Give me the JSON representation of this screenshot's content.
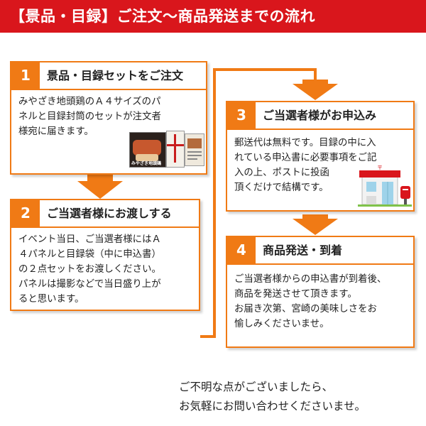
{
  "banner": {
    "title": "【景品・目録】ご注文〜商品発送までの流れ"
  },
  "steps": [
    {
      "number": "1",
      "title": "景品・目録セットをご注文",
      "lines": [
        "みやざき地頭鶏のＡ４サイズのパ",
        "ネルと目録封筒のセットが注文者",
        "様宛に届きます。"
      ],
      "image_text": "みやざき地頭鶏"
    },
    {
      "number": "2",
      "title": "ご当選者様にお渡しする",
      "lines": [
        "イベント当日、ご当選者様にはＡ",
        "４パネルと目録袋（中に申込書）",
        "の２点セットをお渡しください。",
        "パネルは撮影などで当日盛り上が",
        "ると思います。"
      ]
    },
    {
      "number": "3",
      "title": "ご当選者様がお申込み",
      "lines": [
        "郵送代は無料です。目録の中に入",
        "れている申込書に必要事項をご記",
        "入の上、ポストに投函",
        "頂くだけで結構です。"
      ]
    },
    {
      "number": "4",
      "title": "商品発送・到着",
      "lines": [
        "ご当選者様からの申込書が到着後、",
        "商品を発送させて頂きます。",
        "お届き次第、宮崎の美味しさをお",
        "愉しみくださいませ。"
      ]
    }
  ],
  "footer": {
    "lines": [
      "ご不明な点がございましたら、",
      "お気軽にお問い合わせくださいませ。"
    ]
  },
  "colors": {
    "accent": "#f07a15",
    "banner": "#d9161c",
    "text": "#222222"
  },
  "icons": [
    "arrow-down-icon",
    "post-office-icon",
    "mailbox-icon",
    "product-panel-image"
  ]
}
